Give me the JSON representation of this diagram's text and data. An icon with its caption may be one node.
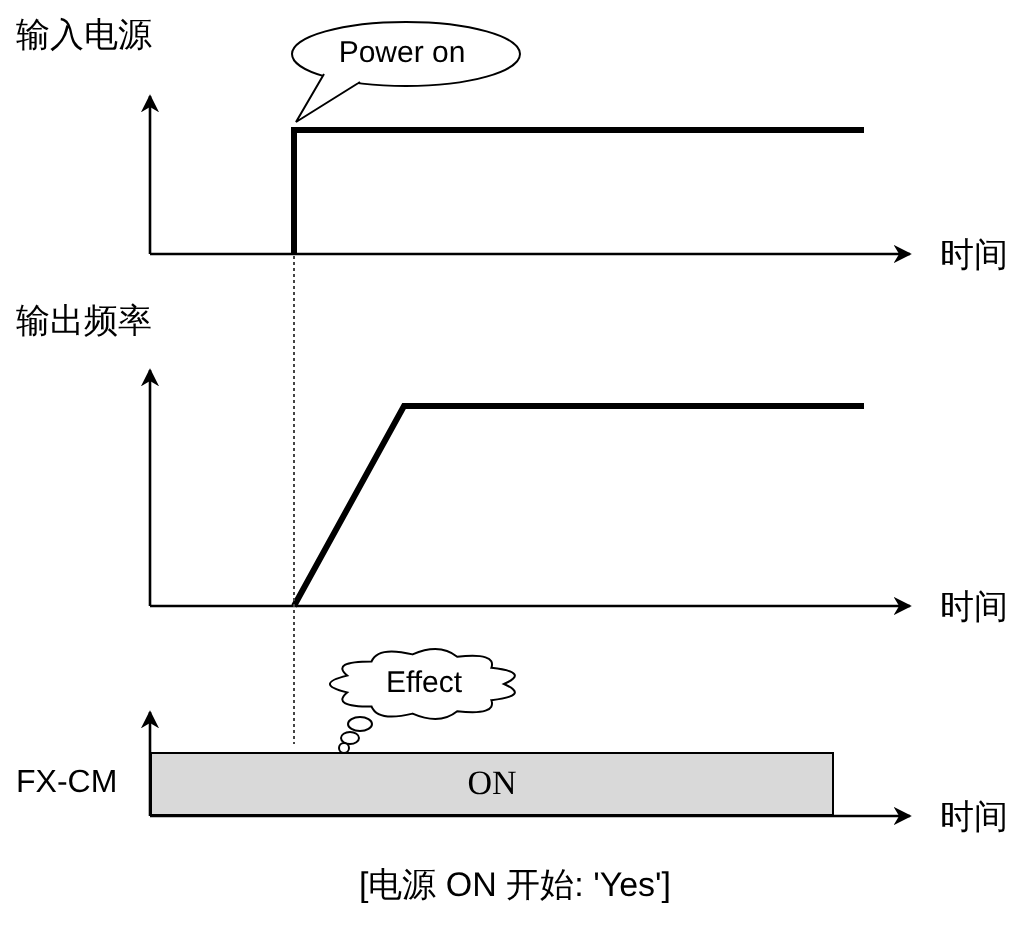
{
  "diagram": {
    "caption": "[电源 ON 开始: 'Yes']",
    "nodes": [
      {
        "text": [
          "Power on"
        ]
      },
      {
        "text": [
          "Effect"
        ]
      },
      {
        "text": [
          "ON"
        ]
      }
    ],
    "labels": [
      "输入电源",
      "时间",
      "输出频率",
      "时间",
      "FX-CM",
      "时间"
    ]
  }
}
